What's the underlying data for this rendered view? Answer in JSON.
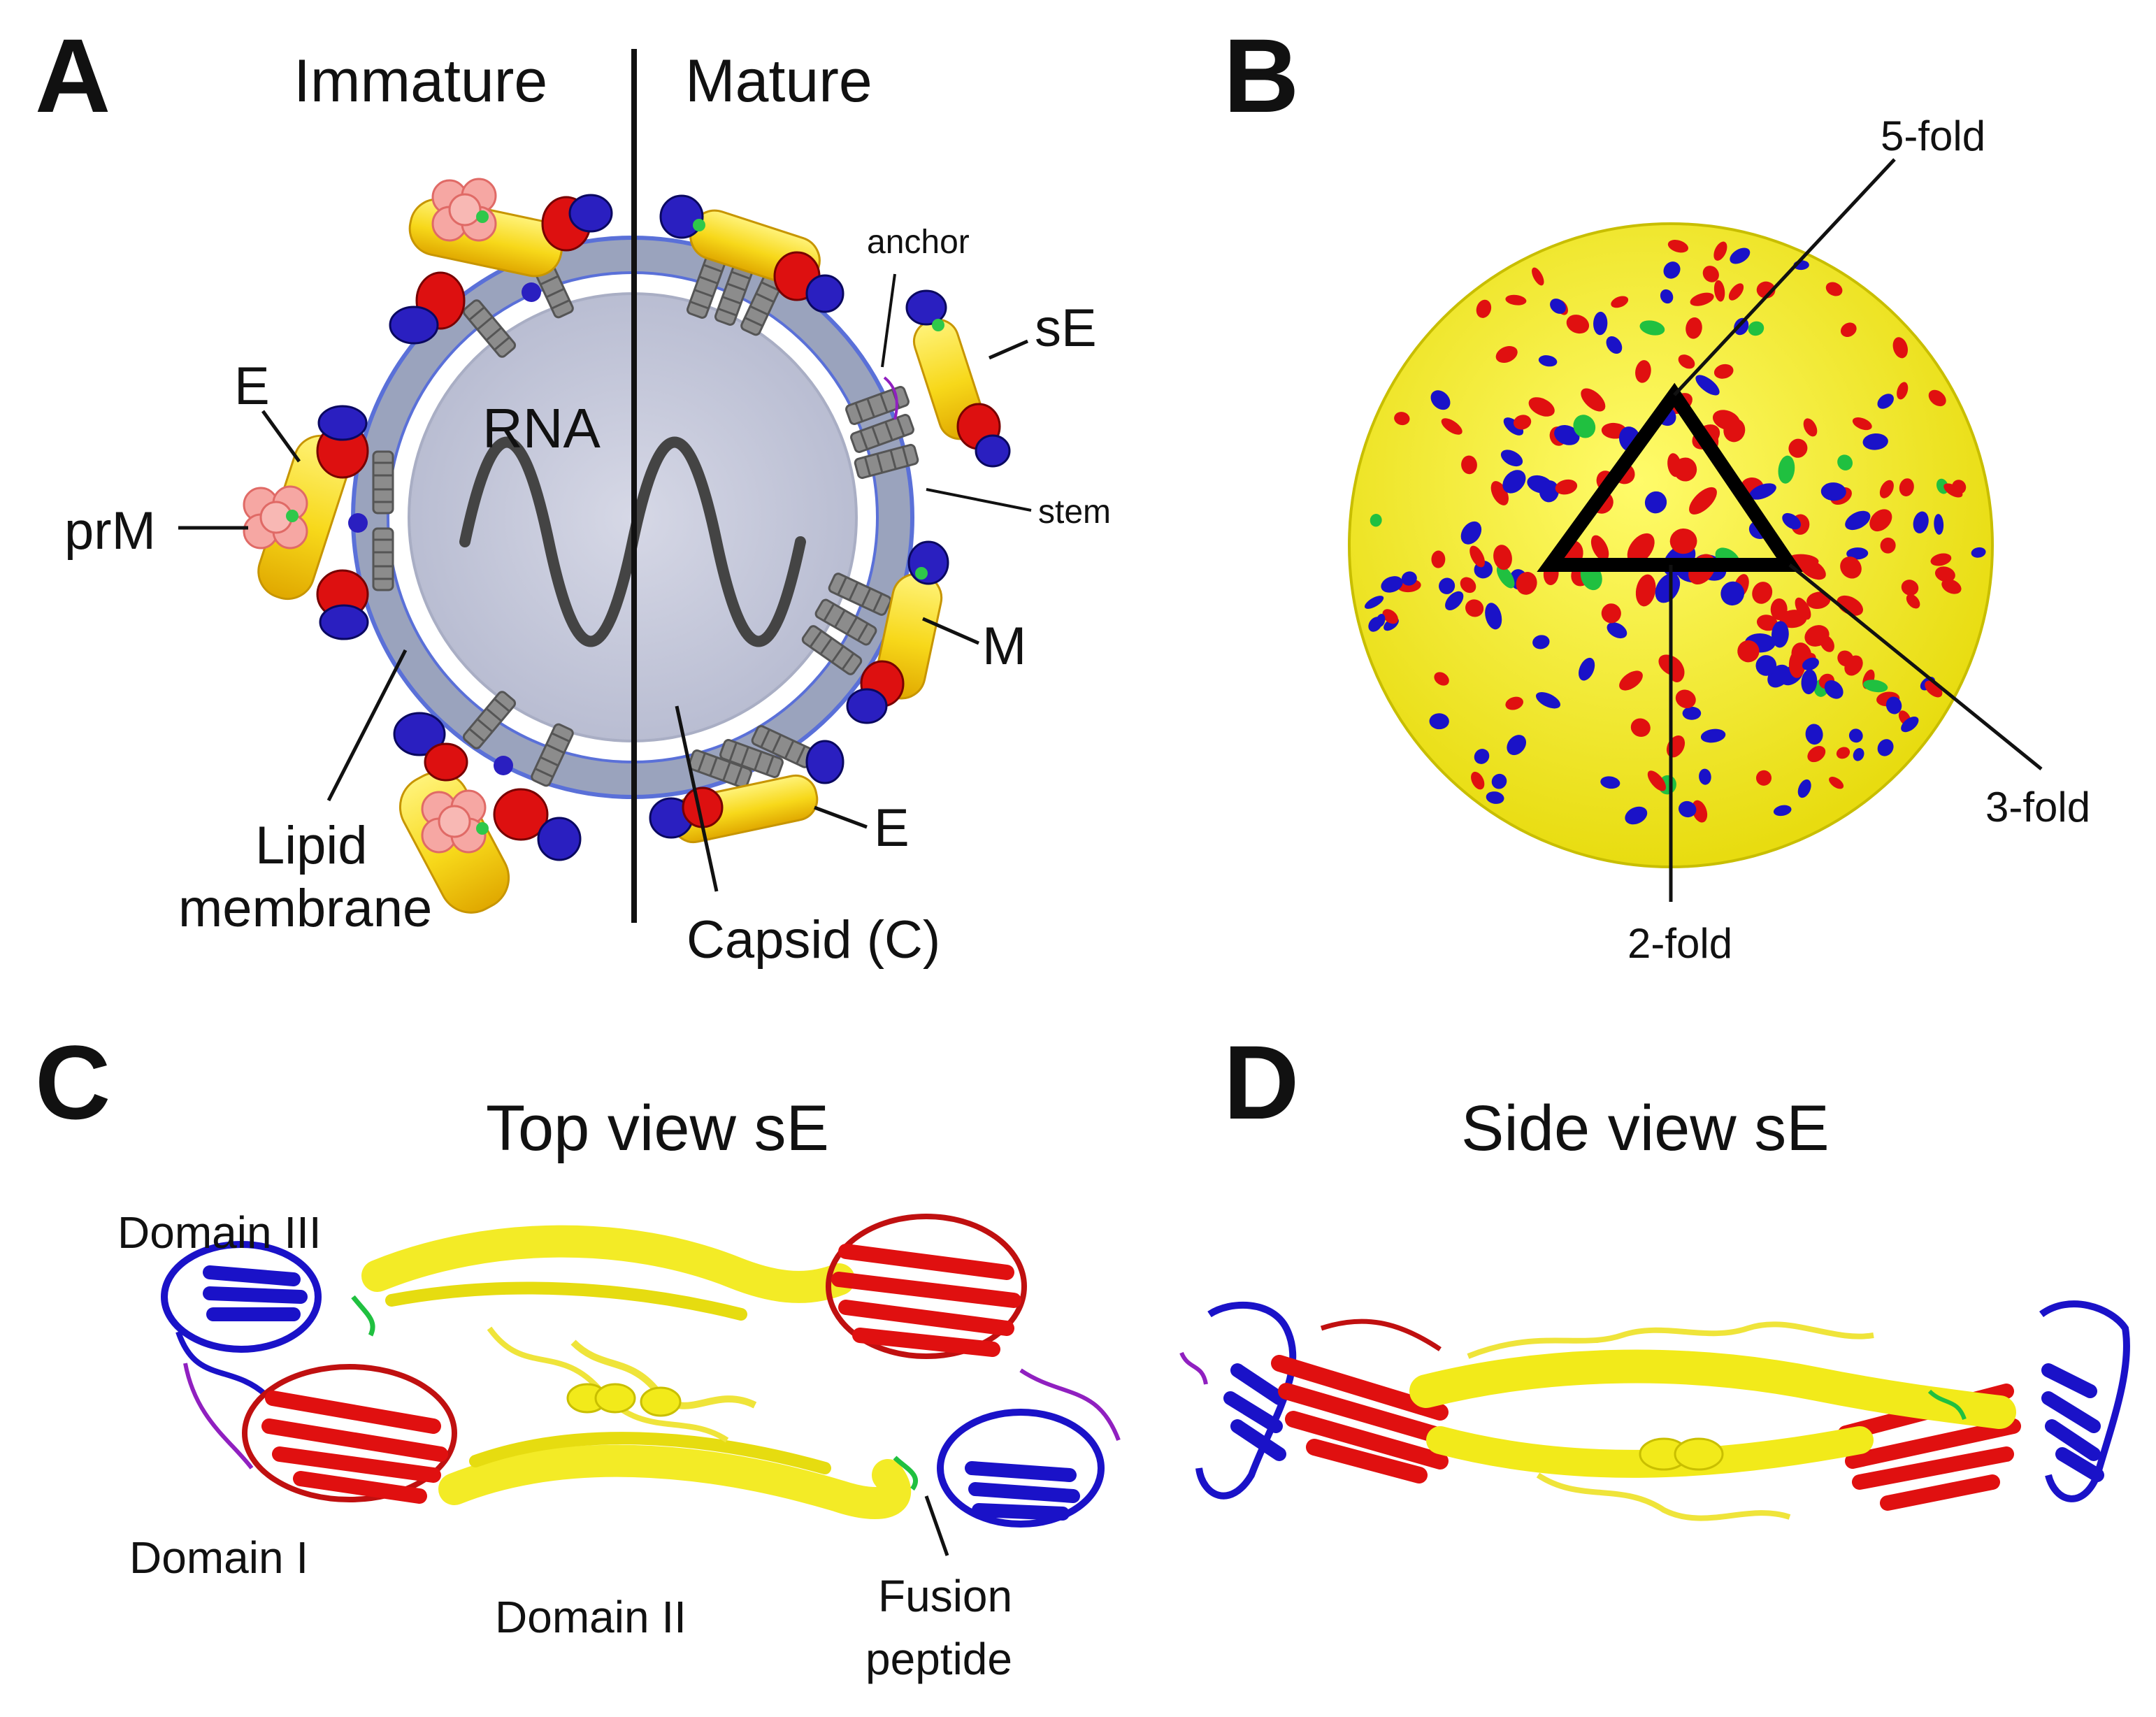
{
  "panel_a": {
    "letter": "A",
    "immature": "Immature",
    "mature": "Mature",
    "rna": "RNA",
    "e_left": "E",
    "prm": "prM",
    "lipid_line1": "Lipid",
    "lipid_line2": "membrane",
    "capsid": "Capsid (C)",
    "anchor": "anchor",
    "se": "sE",
    "stem": "stem",
    "m": "M",
    "e_right": "E"
  },
  "panel_b": {
    "letter": "B",
    "fold5": "5-fold",
    "fold3": "3-fold",
    "fold2": "2-fold"
  },
  "panel_c": {
    "letter": "C",
    "title": "Top view sE",
    "domain3": "Domain III",
    "domain1": "Domain I",
    "domain2": "Domain II",
    "fusion_line1": "Fusion",
    "fusion_line2": "peptide"
  },
  "panel_d": {
    "letter": "D",
    "title": "Side view sE"
  },
  "colors": {
    "domain_I": "#e01010",
    "domain_II": "#f2ea1a",
    "domain_III": "#1a12c8",
    "fusion_loop": "#20c040",
    "stem": "#9020c0",
    "prM": "#f4a3a0",
    "membrane": "#9aa3bd",
    "capsid": "#c9ccdc",
    "transmembrane": "#7a7a7a"
  }
}
